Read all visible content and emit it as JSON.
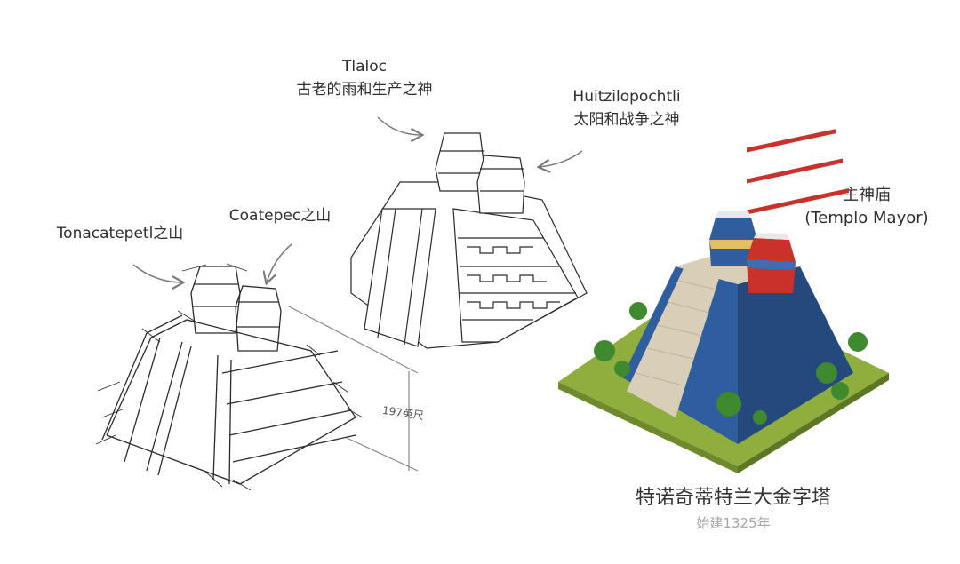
{
  "labels": {
    "tlaloc_name": "Tlaloc",
    "tlaloc_desc": "古老的雨和生产之神",
    "huitzilopochtli_name": "Huitzilopochtli",
    "huitzilopochtli_desc": "太阳和战争之神",
    "templo_cn": "主神庙",
    "templo_en": "(Templo Mayor)",
    "tonacatepetl": "Tonacatepetl之山",
    "coatepec": "Coatepec之山",
    "height": "197英尺"
  },
  "caption": {
    "title": "特诺奇蒂特兰大金字塔",
    "subtitle": "始建1325年"
  },
  "colors": {
    "ink": "#2b2b2b",
    "arrow": "#777777",
    "grass": "#8fae3e",
    "temple_blue": "#2f5d9e",
    "temple_red": "#c8322a",
    "stone": "#d9cfb8"
  }
}
